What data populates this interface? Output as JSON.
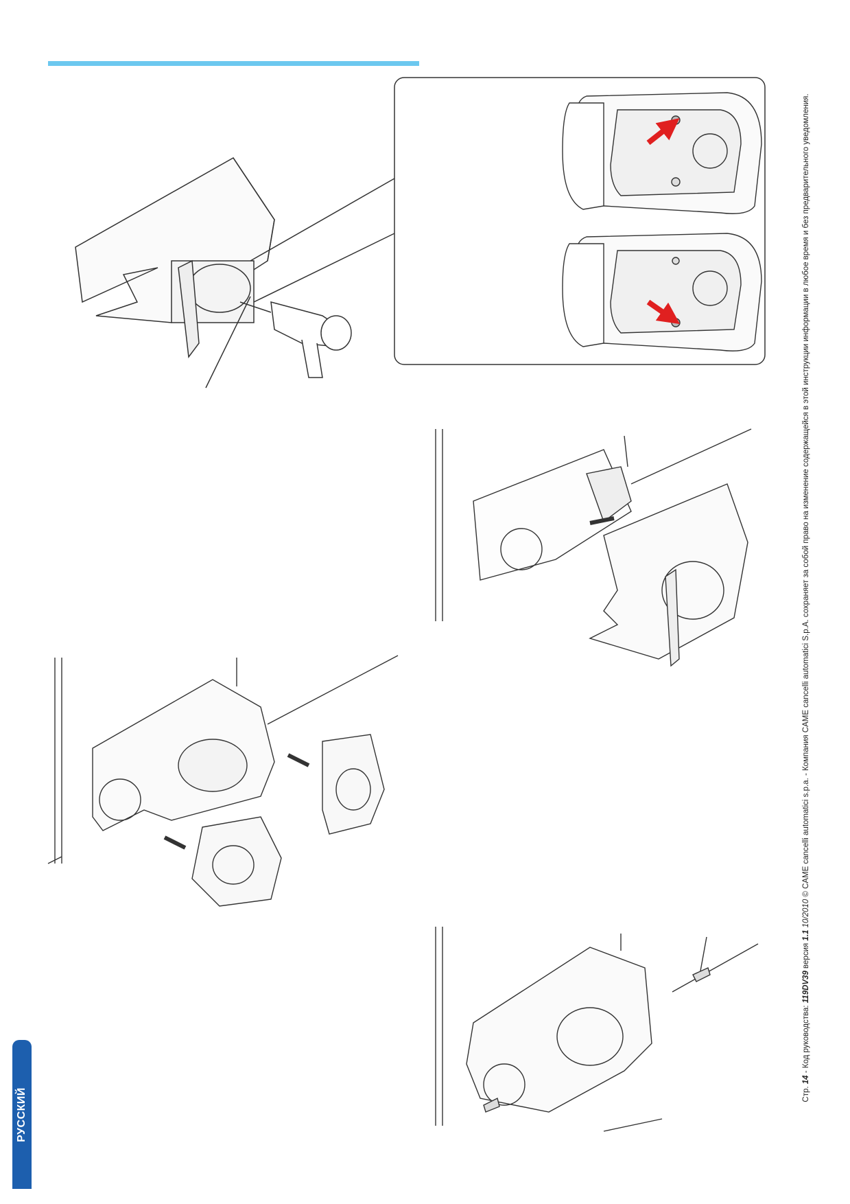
{
  "language_tab": "РУССКИЙ",
  "footer": {
    "prefix": "Стр.",
    "page_number": "14",
    "code_label": " - Код руководства:",
    "manual_code": "119DV39",
    "version_label": " версия ",
    "version": "1.1",
    "date": " 10/2010",
    "copyright": " © CAME cancelli automatici s.p.a. - Компания CAME cancelli automatici S.p.A. сохраняет за собой право на изменение содержащейся в этой инструкции информации в любое время и без предварительного уведомления."
  },
  "colors": {
    "accent_bar": "#6cc8ef",
    "language_tab": "#1d5fae",
    "arrow_red": "#e02020"
  }
}
